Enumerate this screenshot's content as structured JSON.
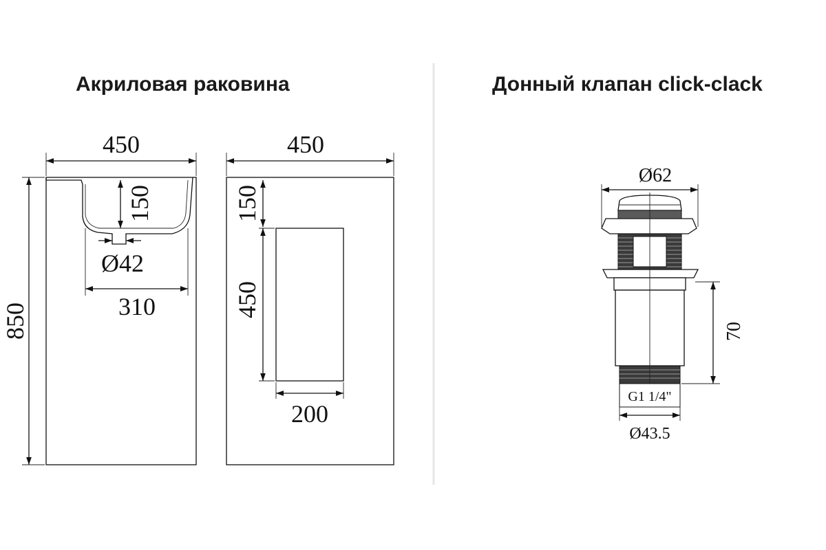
{
  "titles": {
    "sink": "Акриловая раковина",
    "valve": "Донный клапан click-clack"
  },
  "sink_front": {
    "width": "450",
    "height": "850",
    "bowl_depth": "150",
    "drain_diameter": "Ø42",
    "bowl_width": "310"
  },
  "sink_side": {
    "width": "450",
    "top_offset": "150",
    "panel_height": "450",
    "panel_width": "200"
  },
  "valve": {
    "cap_diameter": "Ø62",
    "length": "70",
    "thread": "G1 1/4\"",
    "outlet_diameter": "Ø43.5"
  },
  "colors": {
    "line": "#111111",
    "divider": "#e6e6e6",
    "valve_dark": "#3a3a3a"
  }
}
